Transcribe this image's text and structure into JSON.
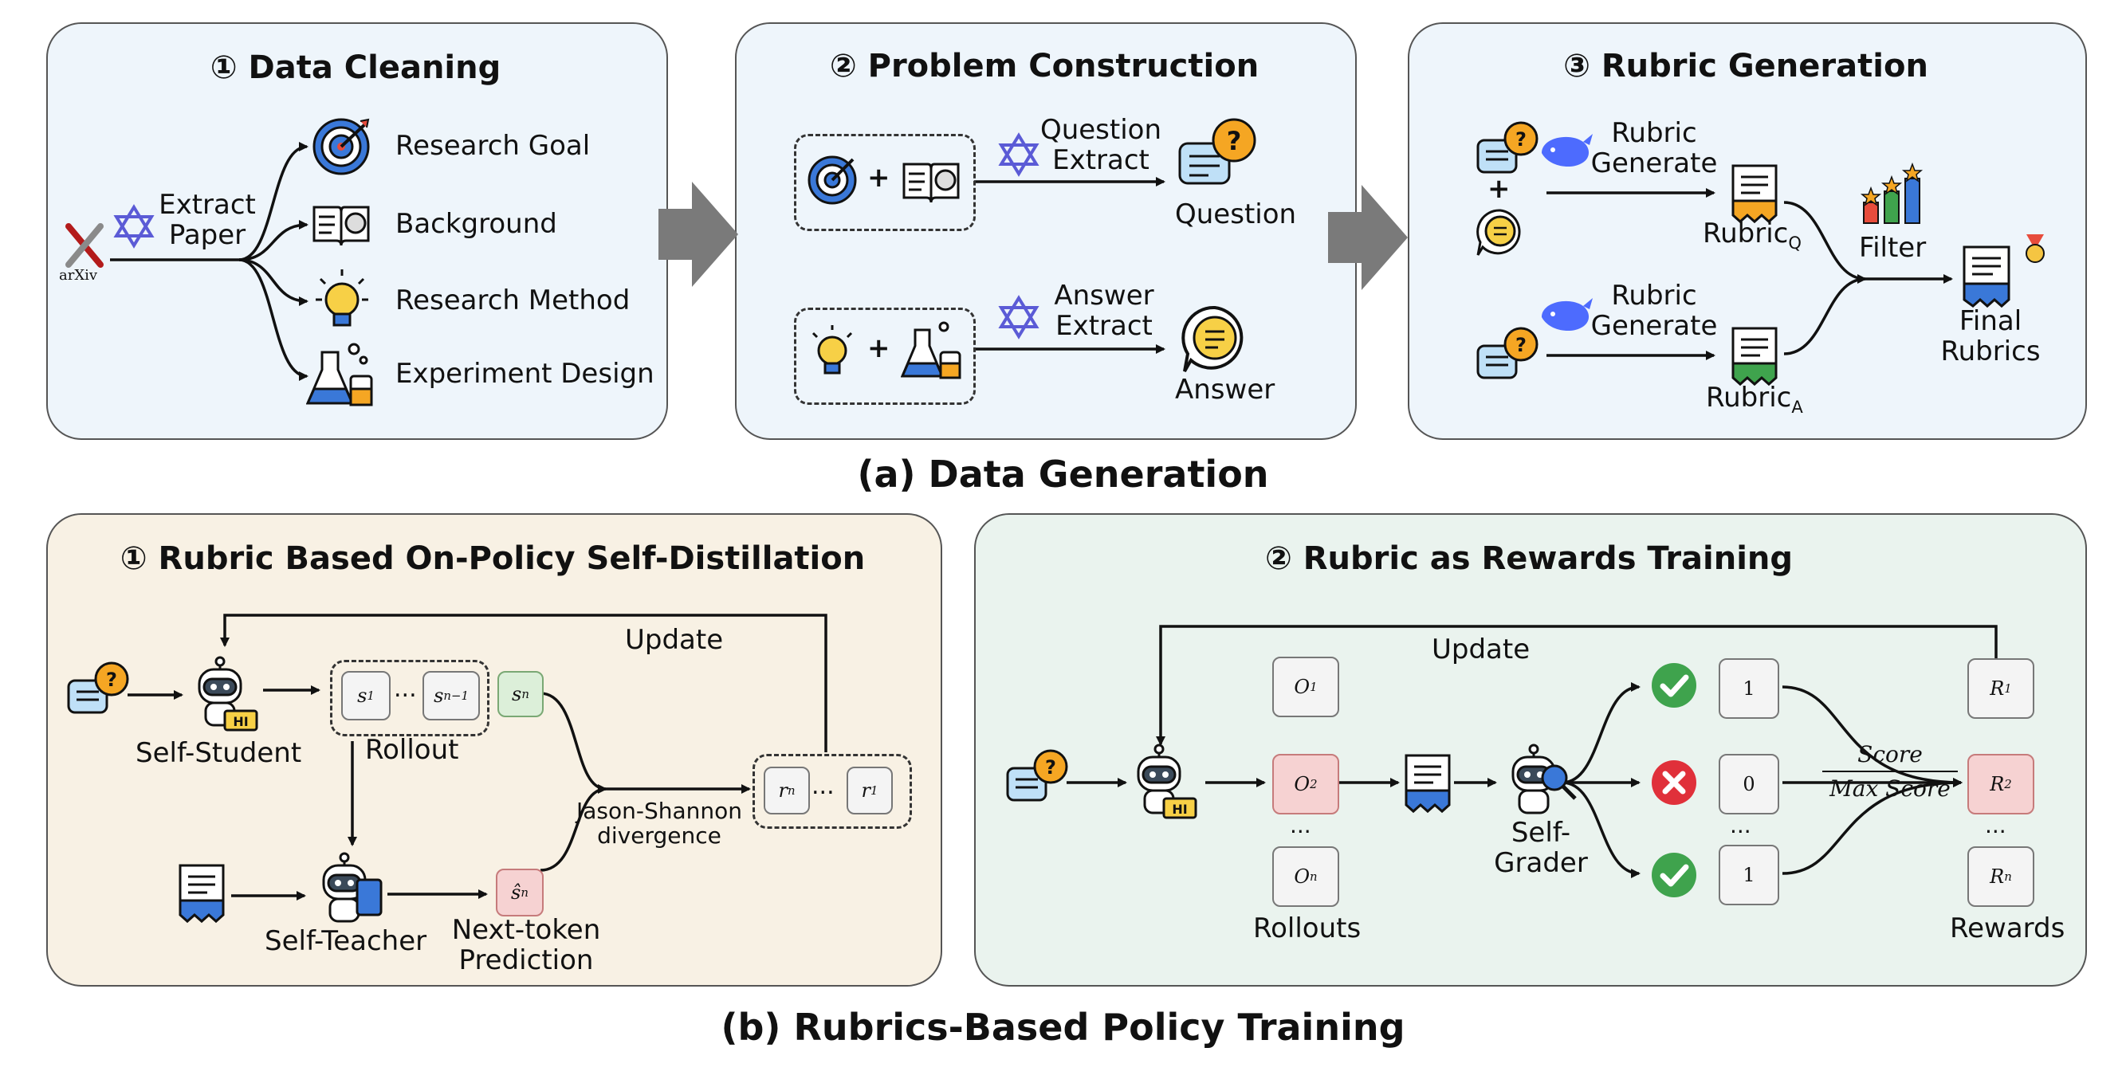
{
  "section_a": {
    "caption": "(a) Data Generation",
    "cleaning": {
      "title": "① Data Cleaning",
      "source": "arXiv",
      "extract": "Extract",
      "paper": "Paper",
      "outputs": [
        "Research Goal",
        "Background",
        "Research Method",
        "Experiment Design"
      ]
    },
    "construction": {
      "title": "② Problem Construction",
      "q_line1": "Question",
      "q_line2": "Extract",
      "q_out": "Question",
      "a_line1": "Answer",
      "a_line2": "Extract",
      "a_out": "Answer",
      "plus": "+"
    },
    "rubric": {
      "title": "③ Rubric Generation",
      "gen1": "Rubric",
      "gen2": "Generate",
      "rubric_q": "Rubric",
      "rubric_q_sub": "Q",
      "rubric_a": "Rubric",
      "rubric_a_sub": "A",
      "filter": "Filter",
      "final1": "Final",
      "final2": "Rubrics",
      "plus": "+"
    }
  },
  "section_b": {
    "caption": "(b) Rubrics-Based Policy Training",
    "distill": {
      "title": "① Rubric Based On-Policy Self-Distillation",
      "update": "Update",
      "student": "Self-Student",
      "rollout": "Rollout",
      "teacher": "Self-Teacher",
      "ntp1": "Next-token",
      "ntp2": "Prediction",
      "js1": "Jason-Shannon",
      "js2": "divergence",
      "s1": "s",
      "s1_sub": "1",
      "sn1": "s",
      "sn1_sub": "n−1",
      "sn": "s",
      "sn_sub": "n",
      "shat": "ŝ",
      "shat_sub": "n",
      "rn": "r",
      "rn_sub": "n",
      "r1": "r",
      "r1_sub": "1",
      "ellipsis": "..."
    },
    "rewards": {
      "title": "② Rubric as Rewards Training",
      "update": "Update",
      "rollouts": "Rollouts",
      "grader1": "Self-",
      "grader2": "Grader",
      "rewards": "Rewards",
      "score_num": "Score",
      "score_den": "Max Score",
      "o1": "O",
      "o1_sub": "1",
      "o2": "O",
      "o2_sub": "2",
      "on": "O",
      "on_sub": "n",
      "v1": "1",
      "v2": "0",
      "v3": "1",
      "r1": "R",
      "r1_sub": "1",
      "r2": "R",
      "r2_sub": "2",
      "rn": "R",
      "rn_sub": "n",
      "ellipsis": "..."
    },
    "robot_tag": "HI"
  },
  "colors": {
    "panel_blue": "#eef5fb",
    "panel_tan": "#f8f1e4",
    "panel_green": "#eaf3ee",
    "arrow_gray": "#7a7a7a",
    "highlight_red": "#f6d2d2",
    "highlight_green": "#dcefd9",
    "icon_blue": "#3a78d8",
    "icon_orange": "#f5a623"
  },
  "icons": [
    "arxiv-logo",
    "sparkle-model-icon",
    "target-icon",
    "book-icon",
    "bulb-icon",
    "flask-icon",
    "question-bubble-icon",
    "answer-bubble-icon",
    "whale-model-icon",
    "rubric-doc-icon",
    "bar-chart-icon",
    "medal-icon",
    "robot-icon",
    "check-icon",
    "cross-icon",
    "magnifier-icon"
  ]
}
